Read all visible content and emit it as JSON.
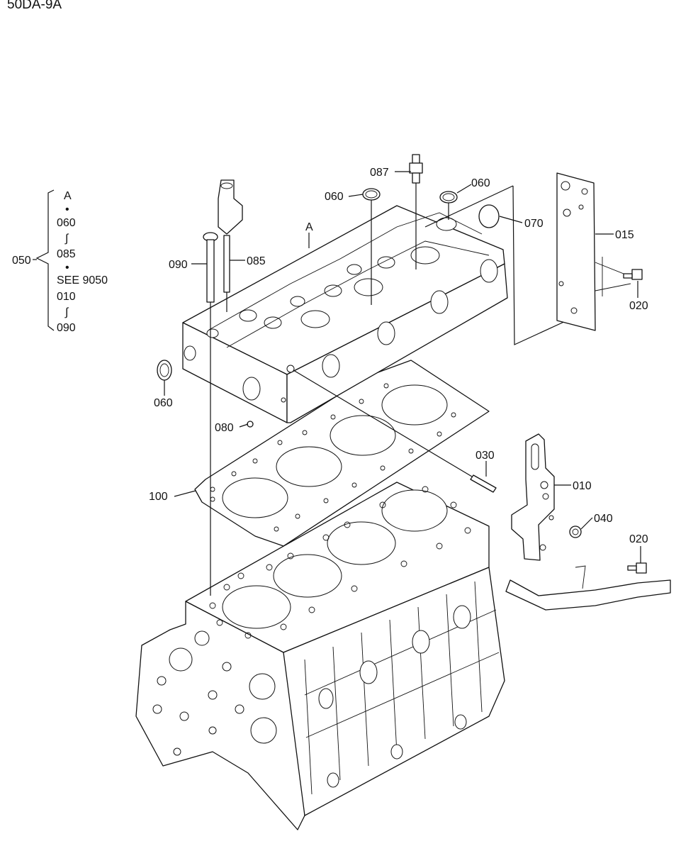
{
  "title": "50DA-9A",
  "group_bracket": {
    "number": "050",
    "lines": [
      "A",
      "•",
      "060",
      "∫",
      "085",
      "•",
      "SEE 9050",
      "010",
      "∫",
      "090"
    ]
  },
  "callouts": {
    "a_label": "A",
    "c087": "087",
    "c060_top_left": "060",
    "c060_top_right": "060",
    "c070": "070",
    "c015": "015",
    "c020_top": "020",
    "c090": "090",
    "c085": "085",
    "c060_left": "060",
    "c080": "080",
    "c030": "030",
    "c010": "010",
    "c040": "040",
    "c020_bottom": "020",
    "c100": "100"
  }
}
